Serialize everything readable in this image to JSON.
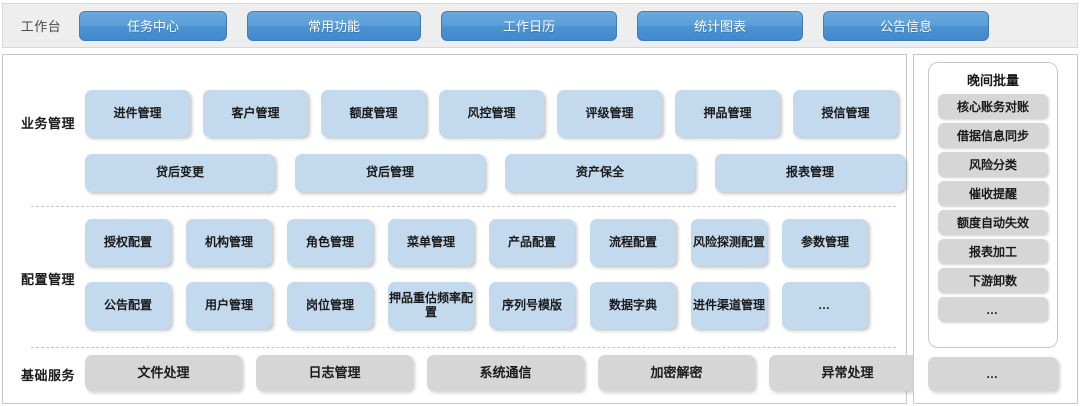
{
  "topbar": {
    "workbench_label": "工作台",
    "tabs": [
      {
        "label": "任务中心"
      },
      {
        "label": "常用功能"
      },
      {
        "label": "工作日历"
      },
      {
        "label": "统计图表"
      },
      {
        "label": "公告信息"
      }
    ]
  },
  "sections": {
    "business": {
      "label": "业务管理",
      "row1": [
        {
          "label": "进件管理"
        },
        {
          "label": "客户管理"
        },
        {
          "label": "额度管理"
        },
        {
          "label": "风控管理"
        },
        {
          "label": "评级管理"
        },
        {
          "label": "押品管理"
        },
        {
          "label": "授信管理"
        }
      ],
      "row2": [
        {
          "label": "贷后变更"
        },
        {
          "label": "贷后管理"
        },
        {
          "label": "资产保全"
        },
        {
          "label": "报表管理"
        }
      ]
    },
    "config": {
      "label": "配置管理",
      "row1": [
        {
          "label": "授权配置"
        },
        {
          "label": "机构管理"
        },
        {
          "label": "角色管理"
        },
        {
          "label": "菜单管理"
        },
        {
          "label": "产品配置"
        },
        {
          "label": "流程配置"
        },
        {
          "label": "风险探测配置"
        },
        {
          "label": "参数管理"
        }
      ],
      "row2": [
        {
          "label": "公告配置"
        },
        {
          "label": "用户管理"
        },
        {
          "label": "岗位管理"
        },
        {
          "label": "押品重估频率配置"
        },
        {
          "label": "序列号模版"
        },
        {
          "label": "数据字典"
        },
        {
          "label": "进件渠道管理"
        },
        {
          "label": "…"
        }
      ]
    },
    "basic": {
      "label": "基础服务",
      "row1": [
        {
          "label": "文件处理"
        },
        {
          "label": "日志管理"
        },
        {
          "label": "系统通信"
        },
        {
          "label": "加密解密"
        },
        {
          "label": "异常处理"
        }
      ]
    }
  },
  "batch_panel": {
    "title": "晚间批量",
    "items": [
      {
        "label": "核心账务对账"
      },
      {
        "label": "借据信息同步"
      },
      {
        "label": "风险分类"
      },
      {
        "label": "催收提醒"
      },
      {
        "label": "额度自动失效"
      },
      {
        "label": "报表加工"
      },
      {
        "label": "下游卸数"
      },
      {
        "label": "…"
      }
    ],
    "extra_label": "…"
  },
  "colors": {
    "tab_blue": "#4a92d2",
    "cell_blue": "#c3d9ee",
    "cell_grey": "#d6d6d6",
    "topbar_bg": "#efeeee",
    "border": "#c9c9c9"
  }
}
